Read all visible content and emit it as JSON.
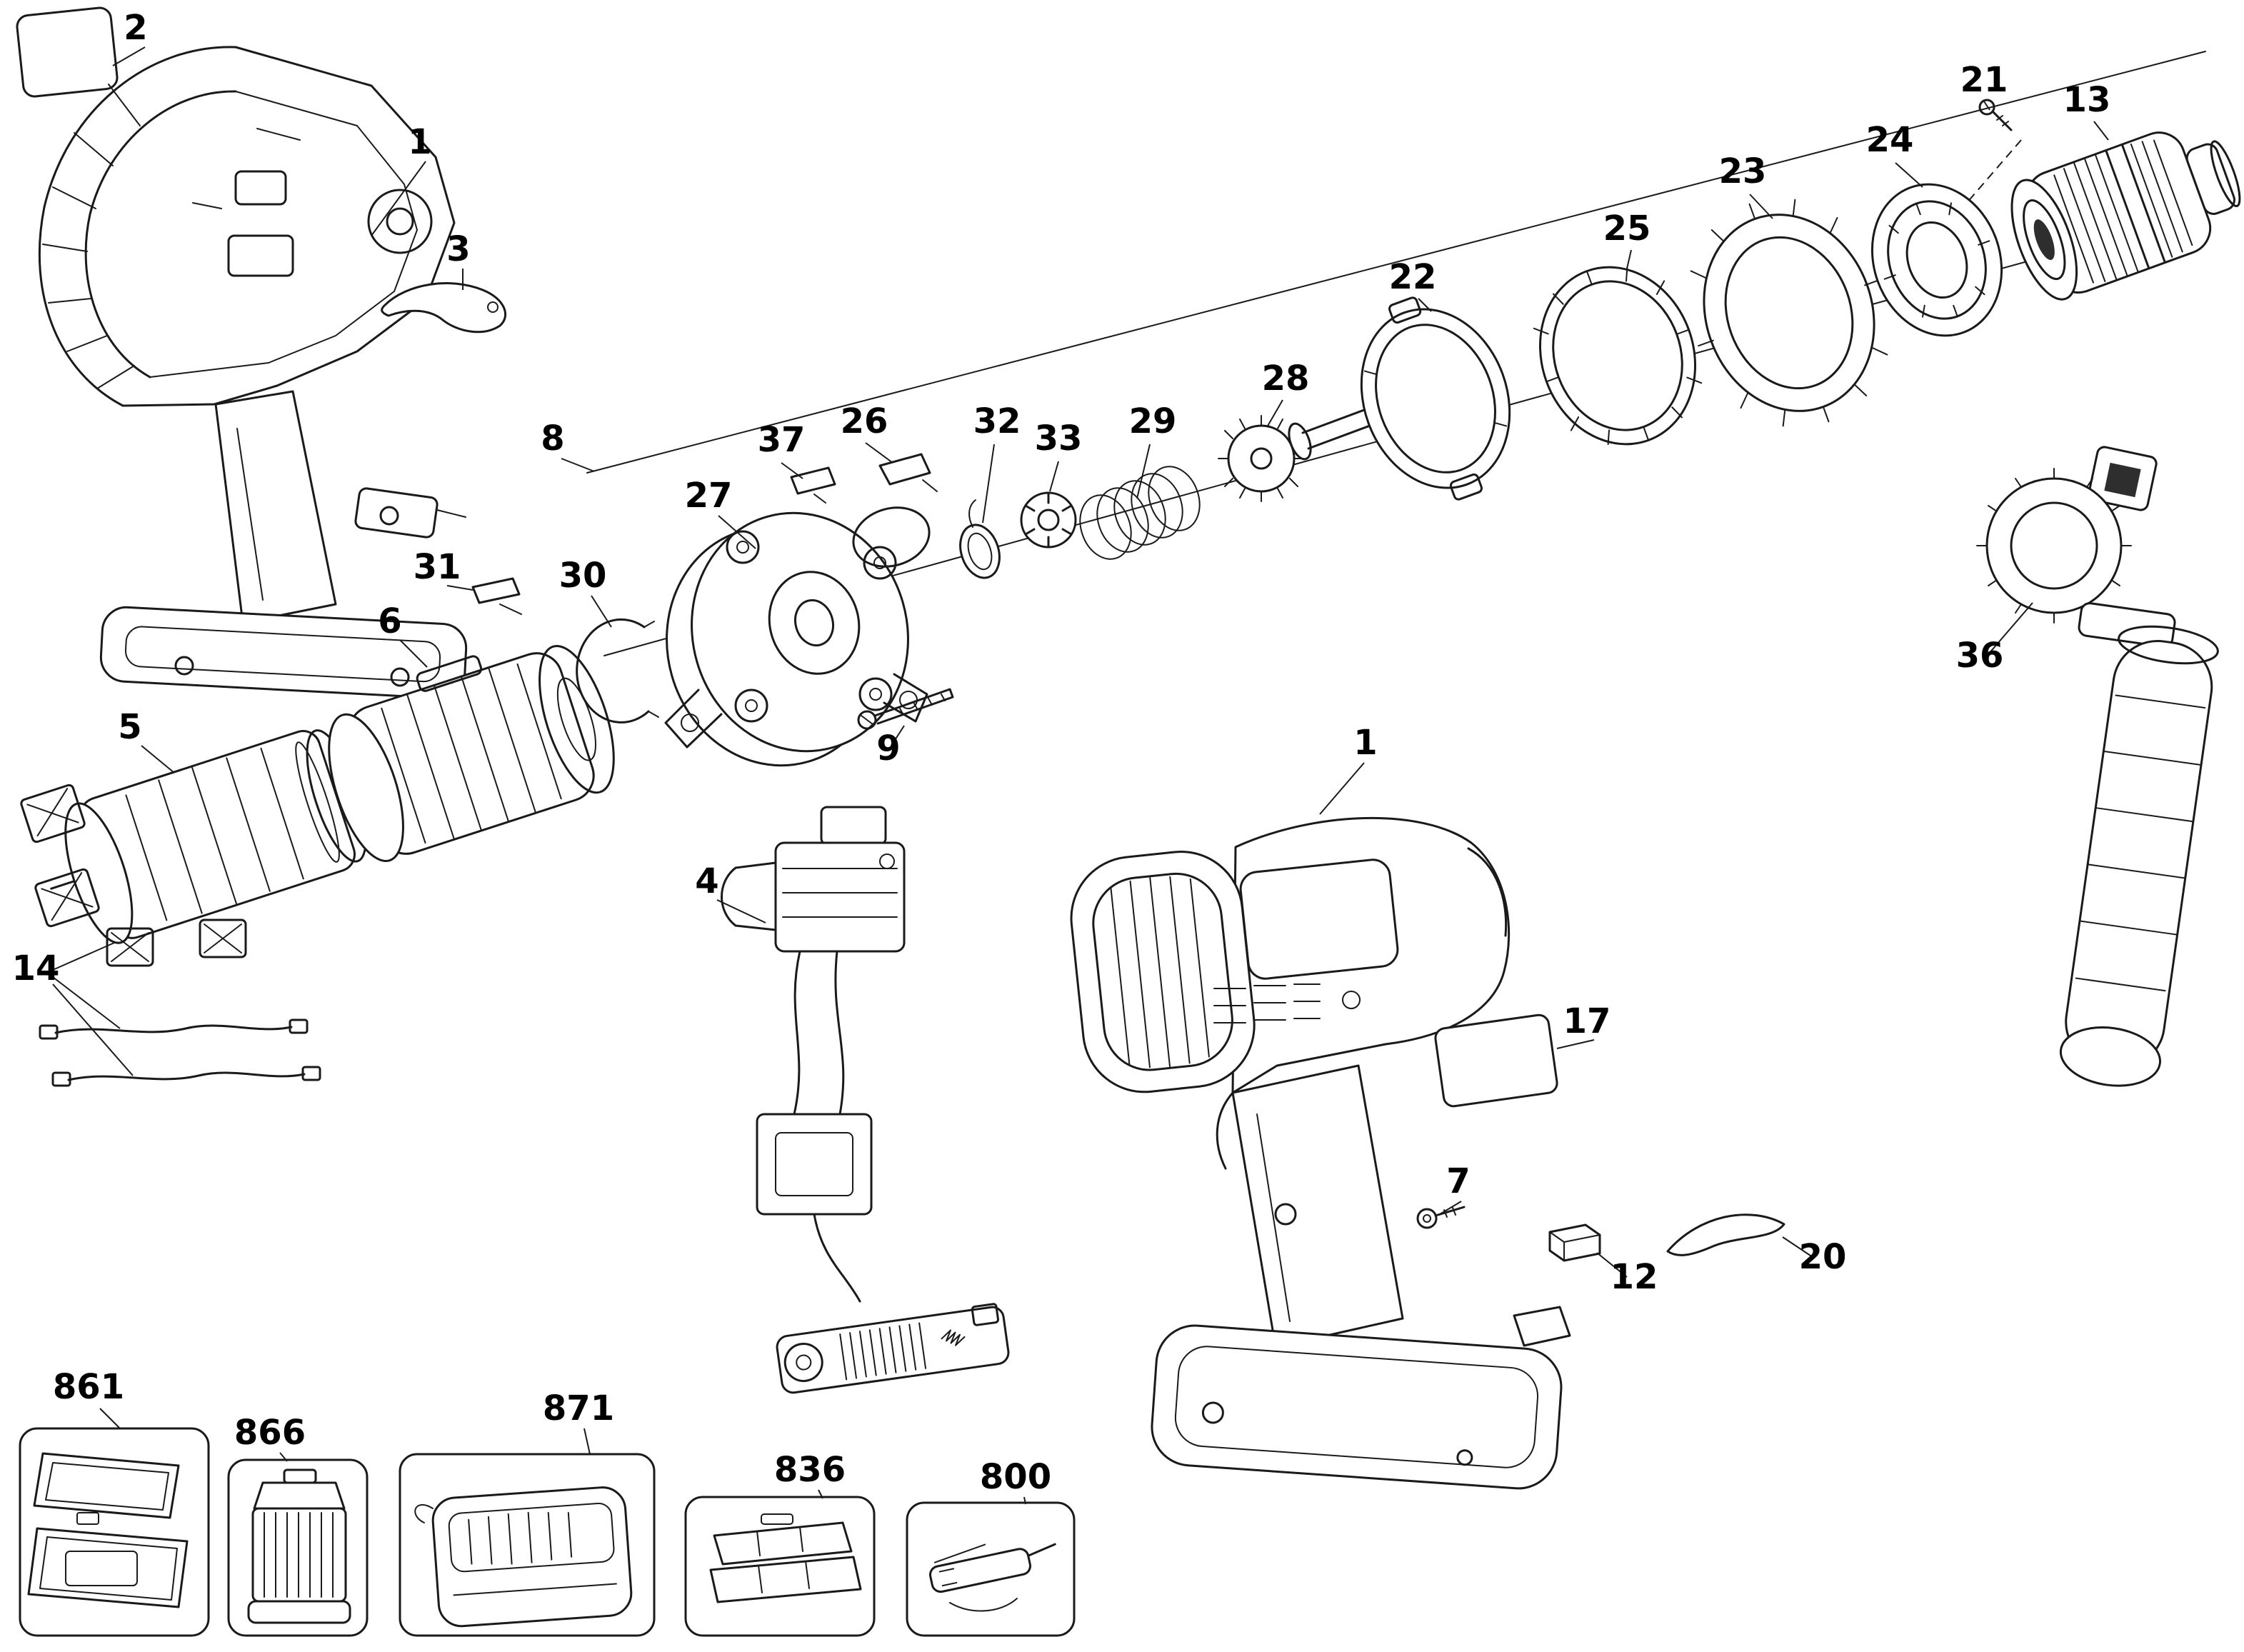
{
  "diagram": {
    "background_color": "#ffffff",
    "line_color": "#1a1a1a",
    "callouts": [
      {
        "label": "2"
      },
      {
        "label": "1"
      },
      {
        "label": "3"
      },
      {
        "label": "8"
      },
      {
        "label": "37"
      },
      {
        "label": "26"
      },
      {
        "label": "32"
      },
      {
        "label": "33"
      },
      {
        "label": "29"
      },
      {
        "label": "28"
      },
      {
        "label": "22"
      },
      {
        "label": "25"
      },
      {
        "label": "23"
      },
      {
        "label": "24"
      },
      {
        "label": "21"
      },
      {
        "label": "13"
      },
      {
        "label": "27"
      },
      {
        "label": "31"
      },
      {
        "label": "30"
      },
      {
        "label": "6"
      },
      {
        "label": "5"
      },
      {
        "label": "9"
      },
      {
        "label": "14"
      },
      {
        "label": "4"
      },
      {
        "label": "1"
      },
      {
        "label": "36"
      },
      {
        "label": "17"
      },
      {
        "label": "7"
      },
      {
        "label": "12"
      },
      {
        "label": "20"
      },
      {
        "label": "861"
      },
      {
        "label": "866"
      },
      {
        "label": "871"
      },
      {
        "label": "836"
      },
      {
        "label": "800"
      }
    ]
  }
}
